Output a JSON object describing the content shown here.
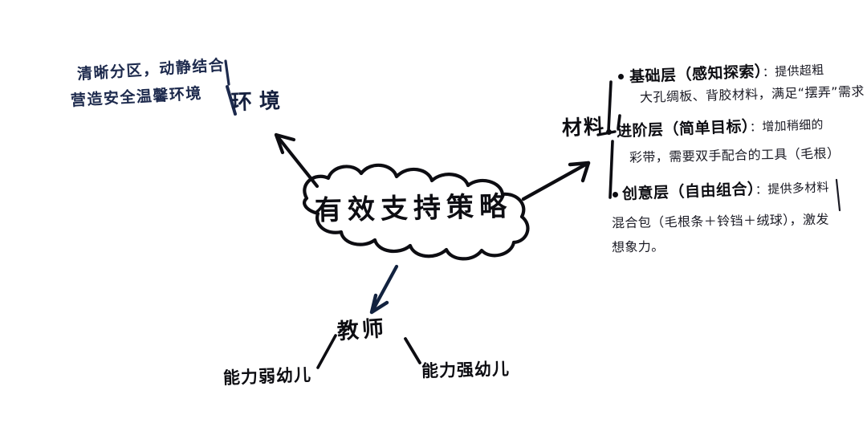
{
  "diagram": {
    "type": "hand-drawn-mind-map",
    "language": "zh",
    "center": {
      "label": "有效支持策略",
      "shape": "cloud-bubble"
    },
    "branches": {
      "environment": {
        "node_label": "环境",
        "notes": [
          "清晰分区，动静结合",
          "营造安全温馨环境"
        ]
      },
      "material": {
        "node_label": "材料",
        "bullets": [
          {
            "head": "基础层（感知探索）",
            "tail": "：提供超粗",
            "sub": "大孔绸板、背胶材料，满足“摆弄”需求"
          },
          {
            "head": "进阶层（简单目标）",
            "tail": "：增加稍细的",
            "sub": "彩带，需要双手配合的工具（毛根）"
          },
          {
            "head": "创意层（自由组合）",
            "tail": "：提供多材料",
            "sub": "混合包（毛根条＋铃铛＋绒球），激发",
            "sub2": "想象力。"
          }
        ]
      },
      "teacher": {
        "node_label": "教师",
        "children": [
          "能力弱幼儿",
          "能力强幼儿"
        ]
      }
    },
    "colors": {
      "ink_black": "#0d0d12",
      "ink_navy": "#1d2a4d",
      "paper": "#ffffff"
    }
  }
}
